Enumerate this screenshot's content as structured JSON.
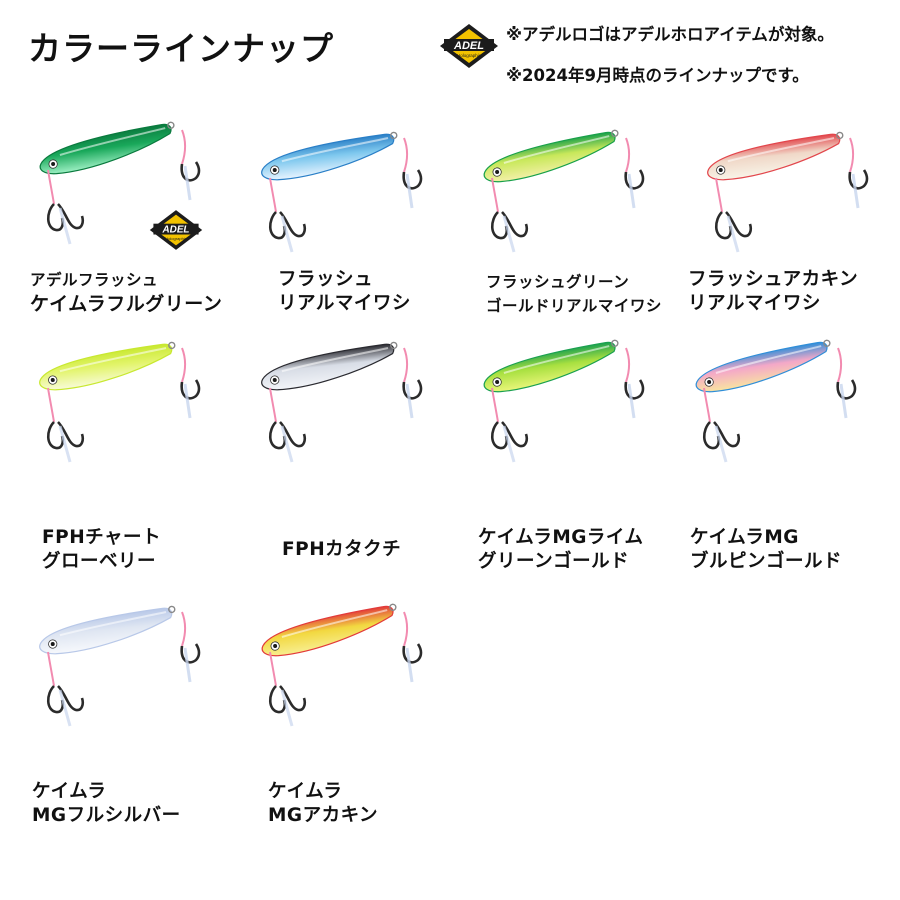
{
  "header": {
    "title": "カラーラインナップ",
    "note_1": "※アデルロゴはアデルホロアイテムが対象。",
    "note_2": "※2024年9月時点のラインナップです。",
    "adel_logo_text": "ADEL",
    "adel_logo_sub": "Holographic"
  },
  "colors": {
    "hook": "#2b2b2b",
    "assist_pink": "#f28bb0",
    "assist_light": "#c9d6ee"
  },
  "items": [
    {
      "line1": "アデルフラッシュ",
      "line2": "ケイムラフルグリーン",
      "body": "#19a85a",
      "back": "#0a7a3e",
      "belly": "#9ef0c4",
      "adel": true
    },
    {
      "line1": "フラッシュ",
      "line2": "リアルマイワシ",
      "body": "#7ec8ee",
      "back": "#2a7fc7",
      "belly": "#e8f4ff",
      "adel": false
    },
    {
      "line1": "フラッシュグリーン",
      "line2": "ゴールドリアルマイワシ",
      "body": "#c8e85a",
      "back": "#18a04a",
      "belly": "#f4f0a8",
      "adel": false
    },
    {
      "line1": "フラッシュアカキン",
      "line2": "リアルマイワシ",
      "body": "#f0d8c8",
      "back": "#e2464c",
      "belly": "#f8f4e8",
      "adel": false
    },
    {
      "line1": "FPHチャート",
      "line2": "グローベリー",
      "body": "#e2f46a",
      "back": "#c8e830",
      "belly": "#f8fbd8",
      "adel": false
    },
    {
      "line1": "",
      "line2": "FPHカタクチ",
      "body": "#d8dde6",
      "back": "#2a2a30",
      "belly": "#f2f4f8",
      "adel": false
    },
    {
      "line1": "ケイムラMGライム",
      "line2": "グリーンゴールド",
      "body": "#a8e040",
      "back": "#1aa050",
      "belly": "#eaf67a",
      "adel": false
    },
    {
      "line1": "ケイムラMG",
      "line2": "ブルピンゴールド",
      "body": "#f4a8c8",
      "back": "#2f8ed8",
      "belly": "#f8e4a0",
      "adel": false
    },
    {
      "line1": "ケイムラ",
      "line2": "MGフルシルバー",
      "body": "#dfe6f2",
      "back": "#b8c8e8",
      "belly": "#f6f8fc",
      "adel": false
    },
    {
      "line1": "ケイムラ",
      "line2": "MGアカキン",
      "body": "#f2d840",
      "back": "#e23a3a",
      "belly": "#f8ee90",
      "adel": false
    }
  ]
}
